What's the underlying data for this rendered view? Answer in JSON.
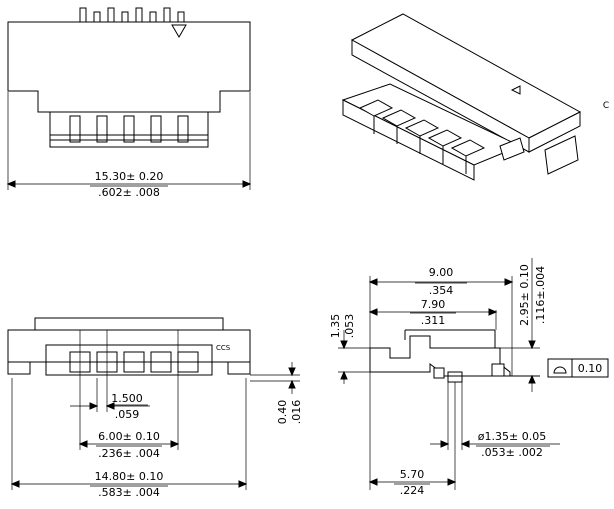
{
  "dimensions": {
    "overall_width_mm": "15.30± 0.20",
    "overall_width_in": ".602± .008",
    "pitch_mm": "1.500",
    "pitch_in": ".059",
    "span_mm": "6.00± 0.10",
    "span_in": ".236± .004",
    "body_width_mm": "14.80± 0.10",
    "body_width_in": ".583± .004",
    "lead_thickness_mm": "0.40",
    "lead_thickness_in": ".016",
    "depth_mm": "9.00",
    "depth_in": ".354",
    "inner_depth_mm": "7.90",
    "inner_depth_in": ".311",
    "step_height_mm": "1.35",
    "step_height_in": ".053",
    "height_mm": "2.95± 0.10",
    "height_in": ".116±.004",
    "peg_diameter_mm": "ø1.35± 0.05",
    "peg_diameter_in": ".053± .002",
    "peg_offset_mm": "5.70",
    "peg_offset_in": ".224",
    "flatness_value": "0.10"
  },
  "labels": {
    "ccs": "CCS",
    "edge_mark": "C"
  }
}
